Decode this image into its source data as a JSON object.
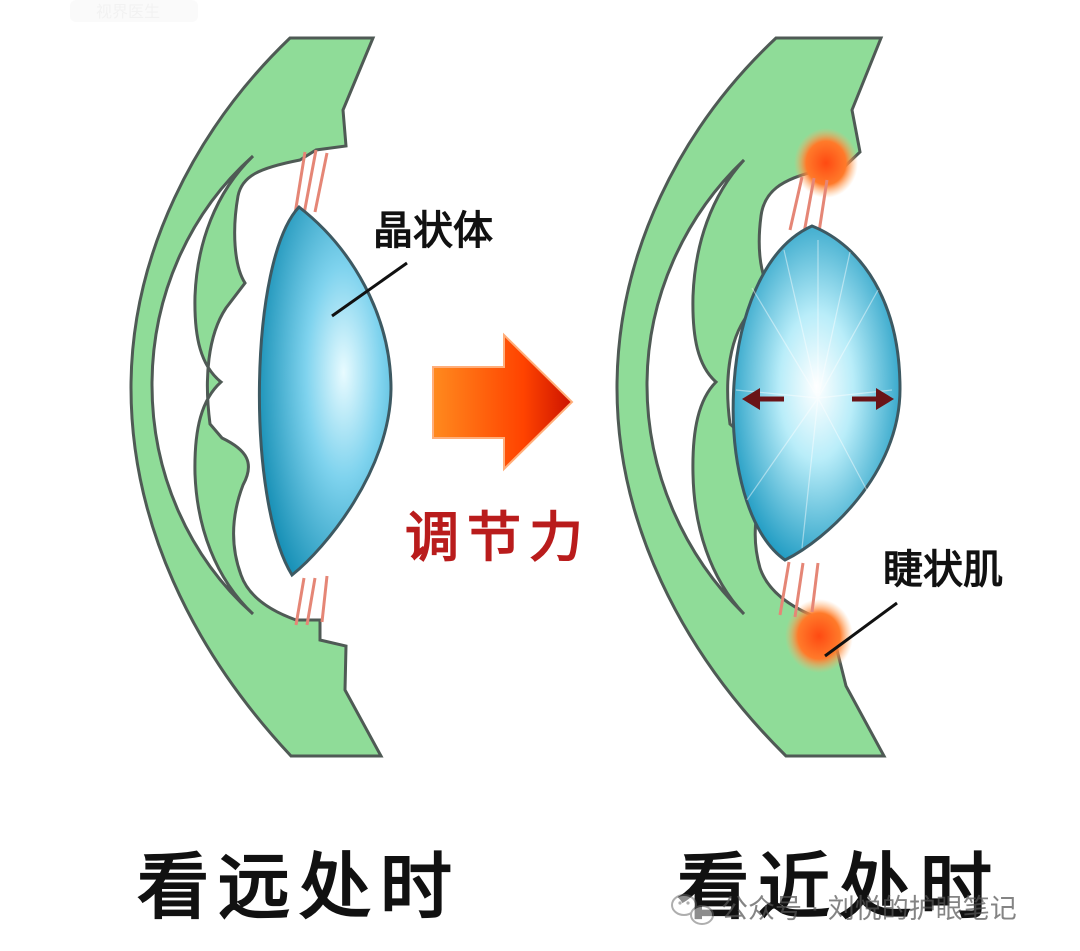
{
  "labels": {
    "lens": "晶状体",
    "ciliary_muscle": "睫状肌",
    "accommodation": "调节力",
    "far_view": "看远处时",
    "near_view": "看近处时"
  },
  "watermark": {
    "text": "公众号 · 刘悦的护眼笔记",
    "top_left_mark": "视界医生"
  },
  "colors": {
    "tissue_green": "#8fdc98",
    "tissue_outline": "#4f5a55",
    "lens_blue": "#2aa8cf",
    "lens_light": "#dff6ff",
    "fiber_red": "#e58676",
    "muscle_orange": "#ff5a14",
    "arrow_red": "#d81f00",
    "text_red": "#b91c1c",
    "text_dark": "#111111"
  },
  "icons": {
    "process_arrow": "right-arrow-icon",
    "lens_expansion": "double-arrow-icon",
    "watermark": "wechat-icon"
  }
}
